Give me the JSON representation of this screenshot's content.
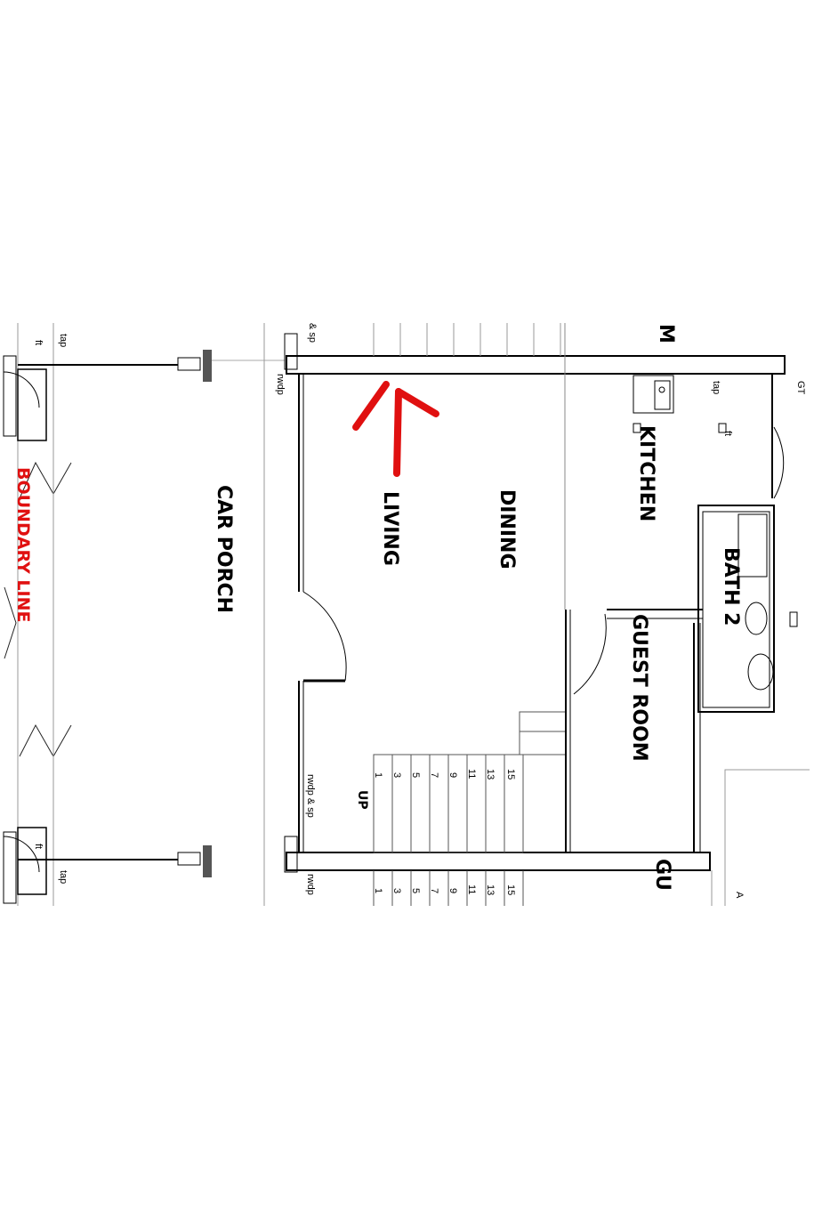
{
  "rooms": {
    "car_porch": "CAR PORCH",
    "living": "LIVING",
    "dining": "DINING",
    "kitchen": "KITCHEN",
    "bath2": "BATH 2",
    "guest_room": "GUEST ROOM",
    "cut_top": "M",
    "cut_bottom": "GU"
  },
  "boundary_line": "BOUNDARY LINE",
  "annotations": {
    "tap_top": "tap",
    "tap_bottom": "tap",
    "tap_kitchen": "tap",
    "ft_top": "ft",
    "ft_bottom": "ft",
    "ft_kitchen": "ft",
    "rwdp_top": "rwdp",
    "sp_top": "& sp",
    "rwdp_sp_mid": "rwdp & sp",
    "rwdp_bottom": "rwdp",
    "gt": "GT",
    "up": "UP",
    "a_mark": "A"
  },
  "stairs": {
    "upper_flight": [
      "1",
      "3",
      "5",
      "7",
      "9",
      "11",
      "13",
      "15"
    ],
    "lower_flight": [
      "1",
      "3",
      "5",
      "7",
      "9",
      "11",
      "13",
      "15"
    ]
  },
  "colors": {
    "wall": "#000000",
    "boundary": "#e01010",
    "arrow": "#e01010",
    "post": "#555555"
  }
}
